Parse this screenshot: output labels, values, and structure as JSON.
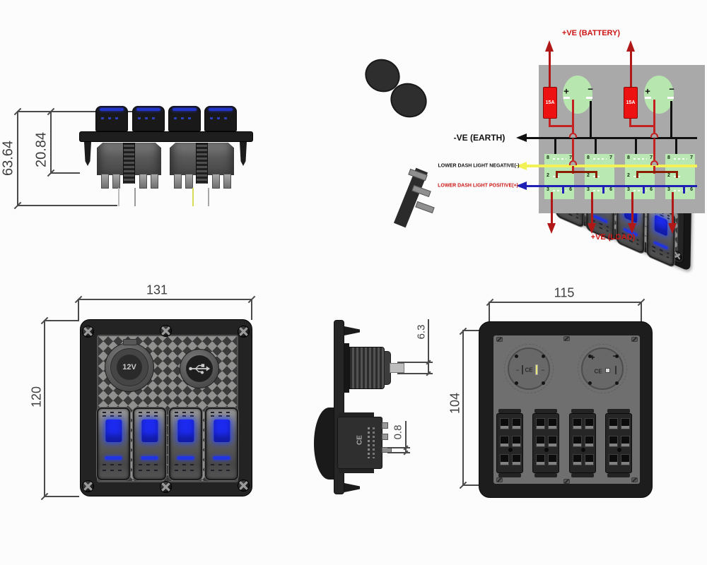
{
  "colors": {
    "led_blue": "#1c2af0",
    "fuse_red": "#ee1111",
    "wire_red": "#c22222",
    "arrow_red": "#b01818",
    "wire_black": "#111111",
    "wire_yellow": "#f2f258",
    "wire_blue": "#2020b5",
    "bridge_dark_red": "#8b1d00",
    "terminal_block_green": "#b9e8b2",
    "socket_circle_green": "#b7e7ae",
    "diagram_bg_gray": "#a9a9a9",
    "label_red": "#cc1515"
  },
  "side_view": {
    "dim_total_height": "63.64",
    "dim_above_panel": "20.84"
  },
  "front_view": {
    "dim_width": "131",
    "dim_height": "120",
    "socket_label": "12V"
  },
  "rear_view": {
    "dim_width": "115",
    "dim_height": "104",
    "plus": "+",
    "minus": "−",
    "ce_mark": "CE"
  },
  "side_detail_view": {
    "dim_terminal_width": "6.3",
    "dim_terminal_thickness": "0.8",
    "ce_mark": "CE"
  },
  "wiring": {
    "battery_label": "+VE (BATTERY)",
    "earth_label": "-VE (EARTH)",
    "dash_negative_label": "LOWER DASH LIGHT NEGATIVE(-)",
    "dash_positive_label": "LOWER DASH LIGHT POSITIVE(+)",
    "load_label": "+VE (LOAD)",
    "fuse_label": "15A",
    "plus": "+",
    "minus": "−",
    "pins": {
      "top_left": "8",
      "top_right": "7",
      "middle": "2",
      "bottom_left": "3",
      "bottom_right": "6"
    }
  }
}
